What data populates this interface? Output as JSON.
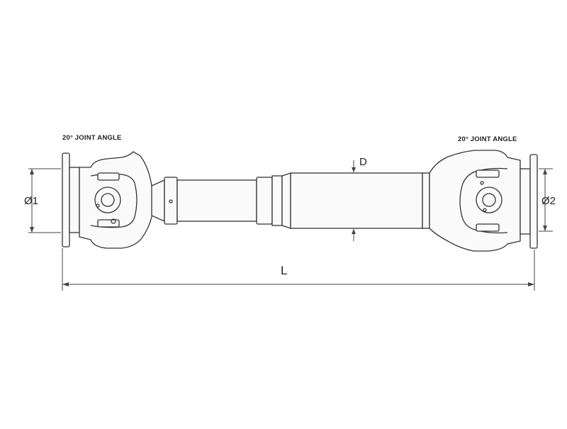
{
  "annotations": {
    "left_joint_angle": "20° JOINT ANGLE",
    "right_joint_angle": "20° JOINT ANGLE",
    "left_flange_diameter": "Ø1",
    "right_flange_diameter": "Ø2",
    "tube_diameter": "D",
    "overall_length": "L"
  }
}
